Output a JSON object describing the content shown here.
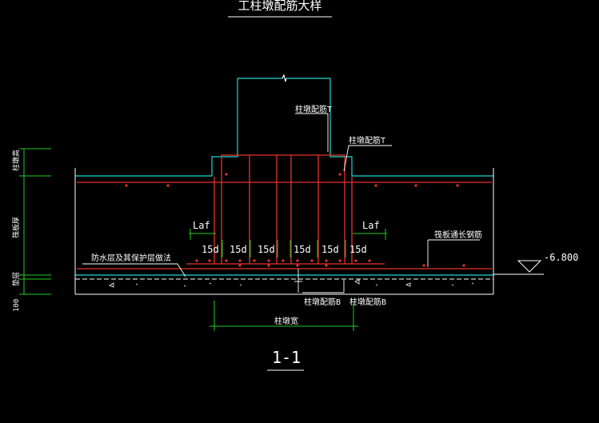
{
  "drawing": {
    "title": "工柱墩配筋大样",
    "section_mark": "1-1",
    "labels": {
      "pier_rebar_top_1": "柱墩配筋T",
      "pier_rebar_top_2": "柱墩配筋T",
      "pier_rebar_bottom_1": "柱墩配筋B",
      "pier_rebar_bottom_2": "柱墩配筋B",
      "raft_rebar": "筏板通长钢筋",
      "waterproof": "防水层及其保护层做法",
      "pier_width": "柱墩宽",
      "pier_height": "柱墩高",
      "raft_thickness": "筏板厚",
      "cushion": "垫层",
      "cushion_thickness": "100",
      "elevation": "-6.800",
      "laf_left": "Laf",
      "laf_right": "Laf"
    },
    "dims_15d": [
      "15d",
      "15d",
      "15d",
      "15d",
      "15d",
      "15d"
    ]
  },
  "colors": {
    "background": "#000000",
    "concrete_outline": "#22d3d3",
    "rebar": "#e8332a",
    "dimension": "#22cc22",
    "text": "#ffffff",
    "leader": "#ffffff"
  }
}
